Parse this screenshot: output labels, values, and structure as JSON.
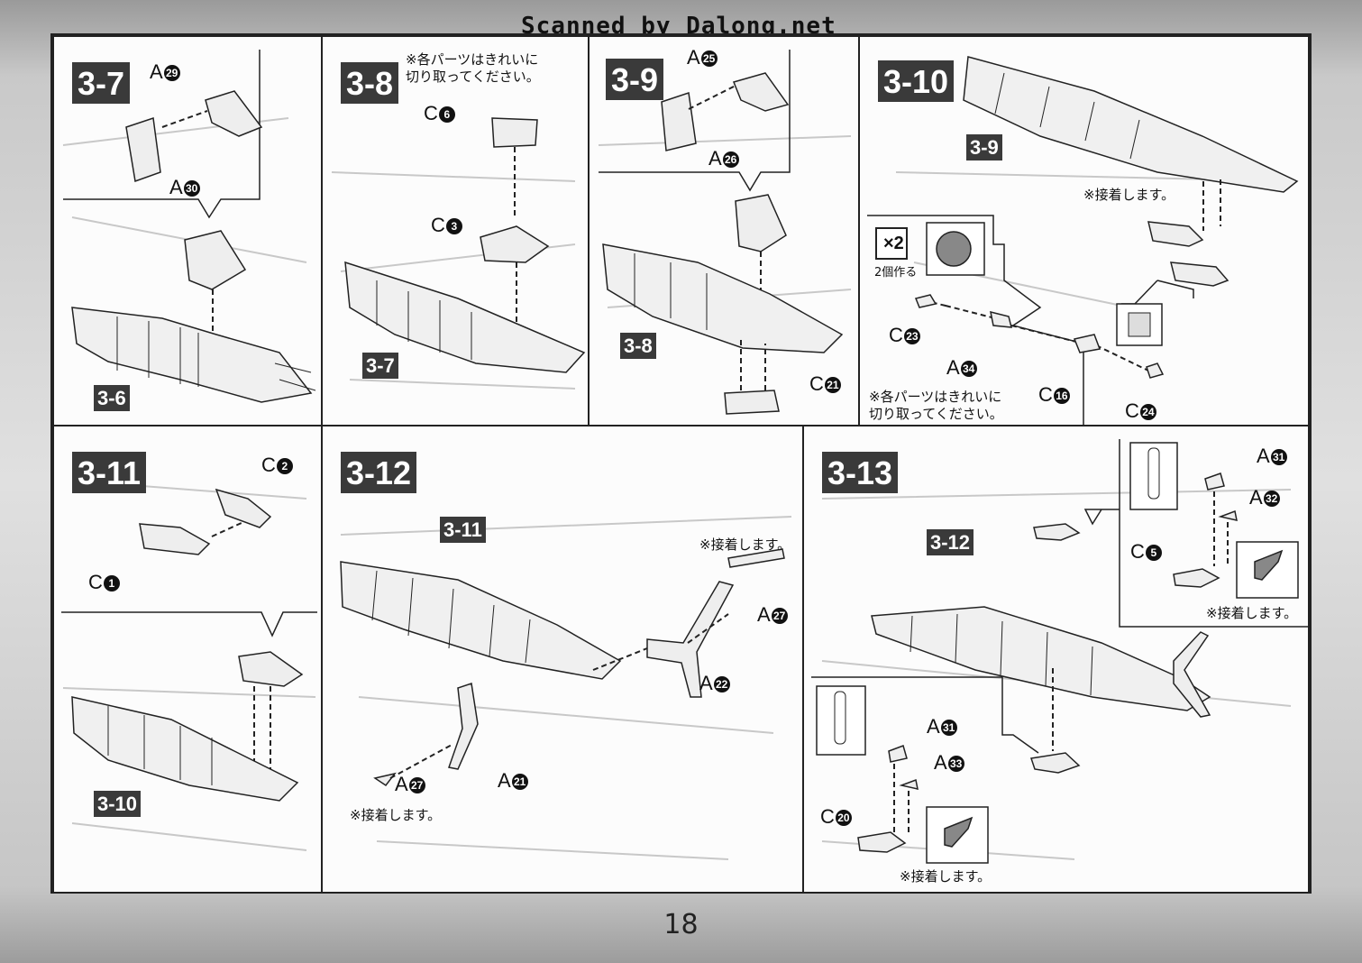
{
  "watermark": "Scanned by Dalong.net",
  "page_number": "18",
  "notes": {
    "cut_clean": "※各パーツはきれいに\n切り取ってください。",
    "glue": "※接着します。",
    "make_two": "2個作る",
    "x2": "×2"
  },
  "panels": {
    "p37": {
      "title": "3-7",
      "ref": "3-6",
      "parts": [
        {
          "letter": "A",
          "num": "29"
        },
        {
          "letter": "A",
          "num": "30"
        }
      ]
    },
    "p38": {
      "title": "3-8",
      "ref": "3-7",
      "parts": [
        {
          "letter": "C",
          "num": "6"
        },
        {
          "letter": "C",
          "num": "3"
        }
      ]
    },
    "p39": {
      "title": "3-9",
      "ref": "3-8",
      "parts": [
        {
          "letter": "A",
          "num": "25"
        },
        {
          "letter": "A",
          "num": "26"
        },
        {
          "letter": "C",
          "num": "21"
        }
      ]
    },
    "p310": {
      "title": "3-10",
      "ref": "3-9",
      "parts": [
        {
          "letter": "C",
          "num": "23"
        },
        {
          "letter": "A",
          "num": "34"
        },
        {
          "letter": "C",
          "num": "16"
        },
        {
          "letter": "C",
          "num": "24"
        }
      ]
    },
    "p311": {
      "title": "3-11",
      "ref": "3-10",
      "parts": [
        {
          "letter": "C",
          "num": "2"
        },
        {
          "letter": "C",
          "num": "1"
        }
      ]
    },
    "p312": {
      "title": "3-12",
      "ref": "3-11",
      "parts": [
        {
          "letter": "A",
          "num": "27"
        },
        {
          "letter": "A",
          "num": "22"
        },
        {
          "letter": "A",
          "num": "27"
        },
        {
          "letter": "A",
          "num": "21"
        }
      ]
    },
    "p313": {
      "title": "3-13",
      "ref": "3-12",
      "parts": [
        {
          "letter": "A",
          "num": "31"
        },
        {
          "letter": "A",
          "num": "32"
        },
        {
          "letter": "C",
          "num": "5"
        },
        {
          "letter": "A",
          "num": "31"
        },
        {
          "letter": "A",
          "num": "33"
        },
        {
          "letter": "C",
          "num": "20"
        }
      ]
    }
  }
}
